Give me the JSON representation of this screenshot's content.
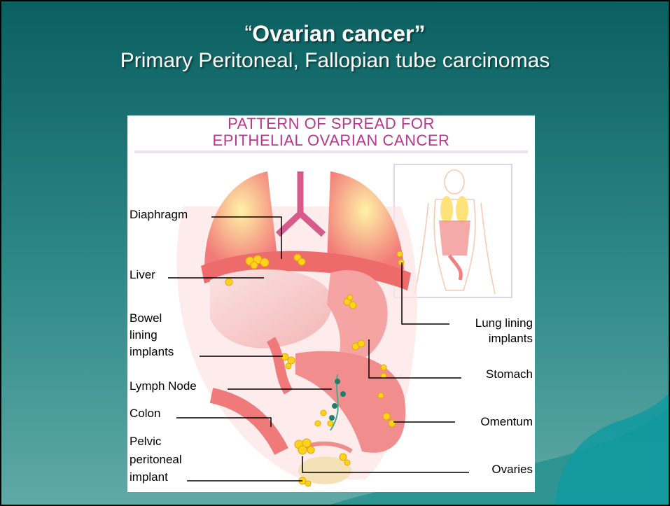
{
  "slide": {
    "title_open_quote": "“",
    "title_main": "Ovarian cancer”",
    "subtitle": "Primary Peritoneal, Fallopian tube carcinomas"
  },
  "figure": {
    "heading_line1": "PATTERN OF SPREAD FOR",
    "heading_line2": "EPITHELIAL OVARIAN CANCER",
    "labels": {
      "diaphragm": "Diaphragm",
      "liver": "Liver",
      "bowel_1": "Bowel",
      "bowel_2": "lining",
      "bowel_3": "implants",
      "lymph_node": "Lymph Node",
      "colon": "Colon",
      "pelvic_1": "Pelvic",
      "pelvic_2": "peritoneal",
      "pelvic_3": "implant",
      "lung_lining_1": "Lung lining",
      "lung_lining_2": "implants",
      "stomach": "Stomach",
      "omentum": "Omentum",
      "ovaries": "Ovaries"
    }
  },
  "colors": {
    "background_top": "#0b5f60",
    "background_bottom": "#5fa9a6",
    "heading_magenta": "#b8378f",
    "organ_pink": "#f08a8a",
    "implant_yellow": "#ffd21f"
  }
}
